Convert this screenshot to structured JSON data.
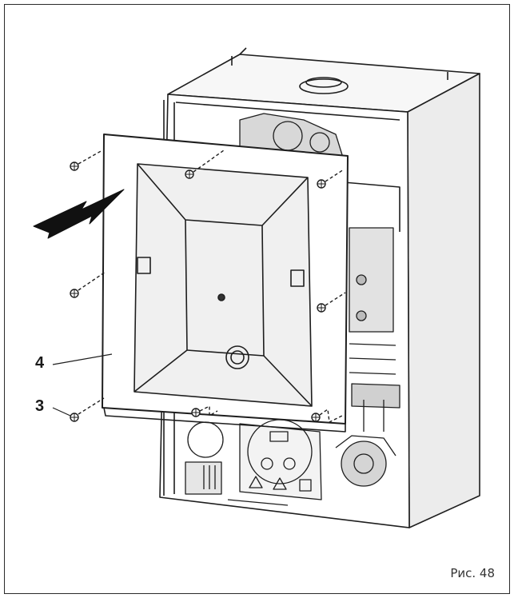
{
  "figure": {
    "caption": "Рис. 48",
    "callouts": [
      {
        "id": "panel",
        "label": "4"
      },
      {
        "id": "screw",
        "label": "3"
      }
    ],
    "colors": {
      "line": "#1e1e1e",
      "panel_shade": "#e9e9e9",
      "arrow": "#111111"
    }
  }
}
